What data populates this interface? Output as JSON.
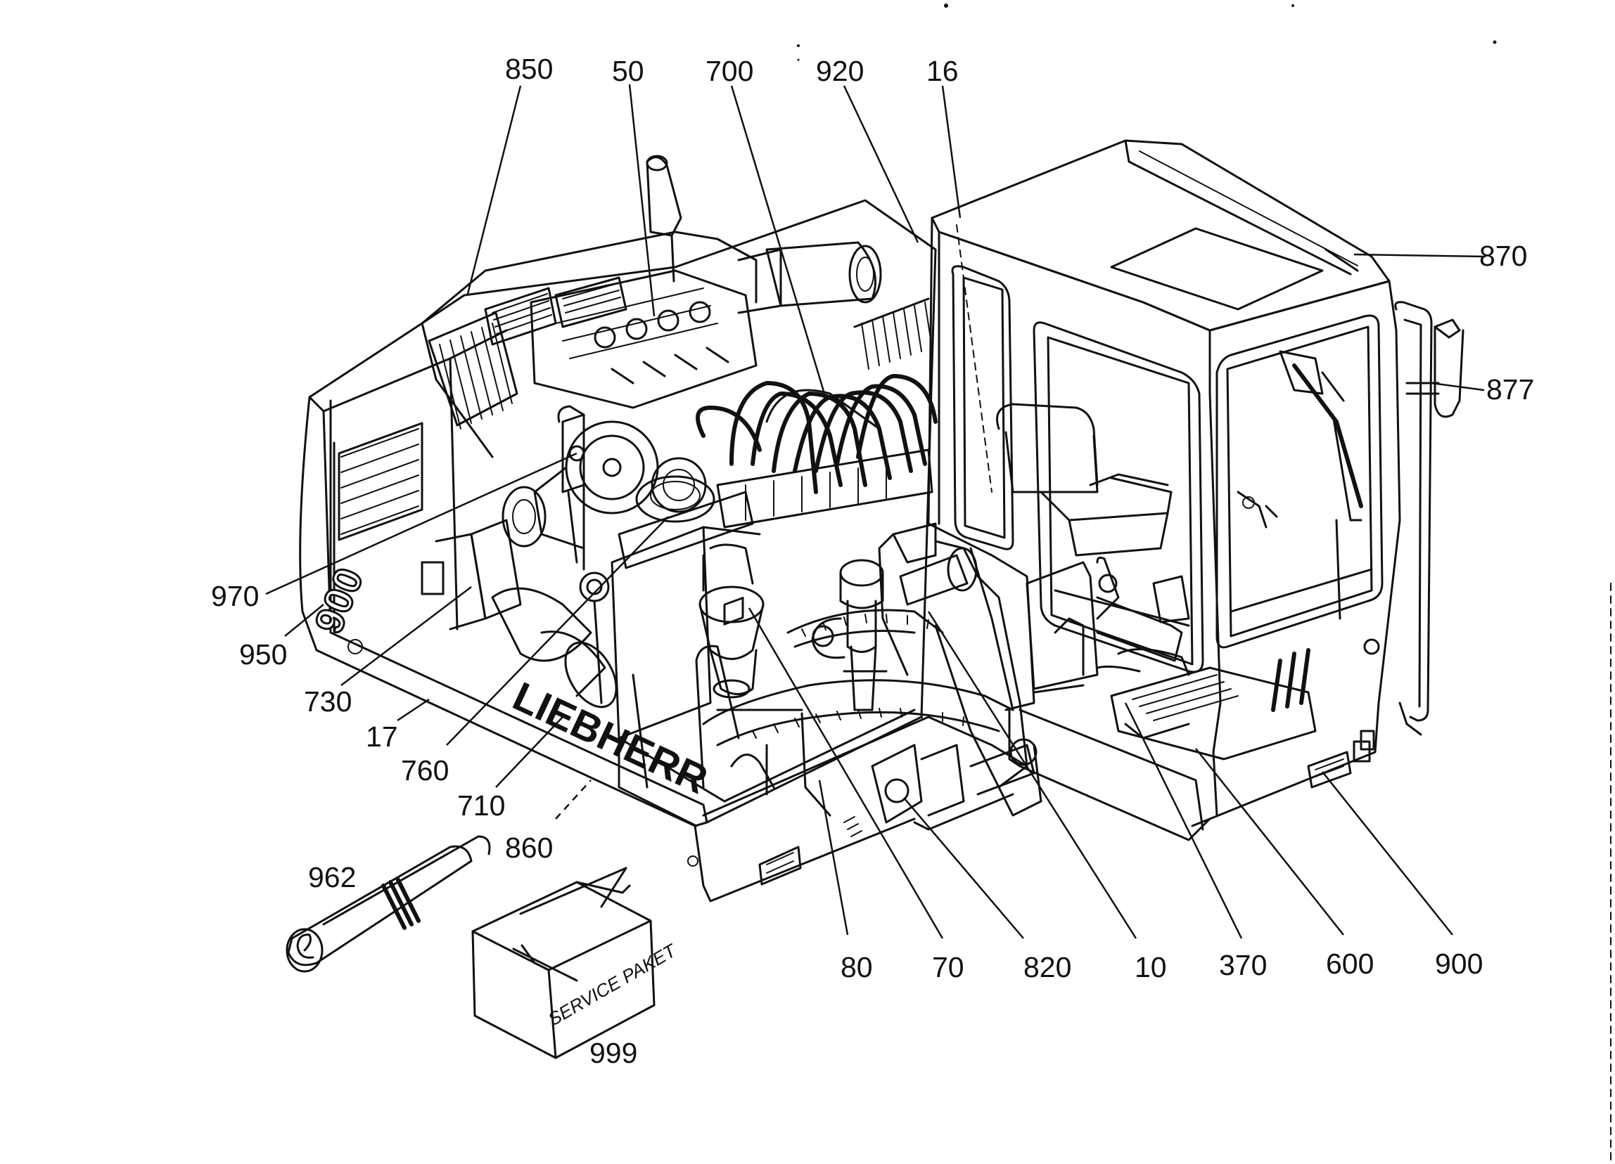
{
  "machine": {
    "brand": "LIEBHERR",
    "model_badge": "900"
  },
  "callouts": {
    "c850": "850",
    "c50": "50",
    "c700": "700",
    "c920": "920",
    "c16": "16",
    "c870": "870",
    "c877": "877",
    "c970": "970",
    "c950": "950",
    "c730": "730",
    "c17": "17",
    "c760": "760",
    "c710": "710",
    "c860": "860",
    "c962": "962",
    "c80": "80",
    "c70": "70",
    "c820": "820",
    "c10": "10",
    "c370": "370",
    "c600": "600",
    "c900": "900",
    "c999": "999"
  },
  "loose_parts": {
    "box_label": "SERVICE PAKET"
  }
}
